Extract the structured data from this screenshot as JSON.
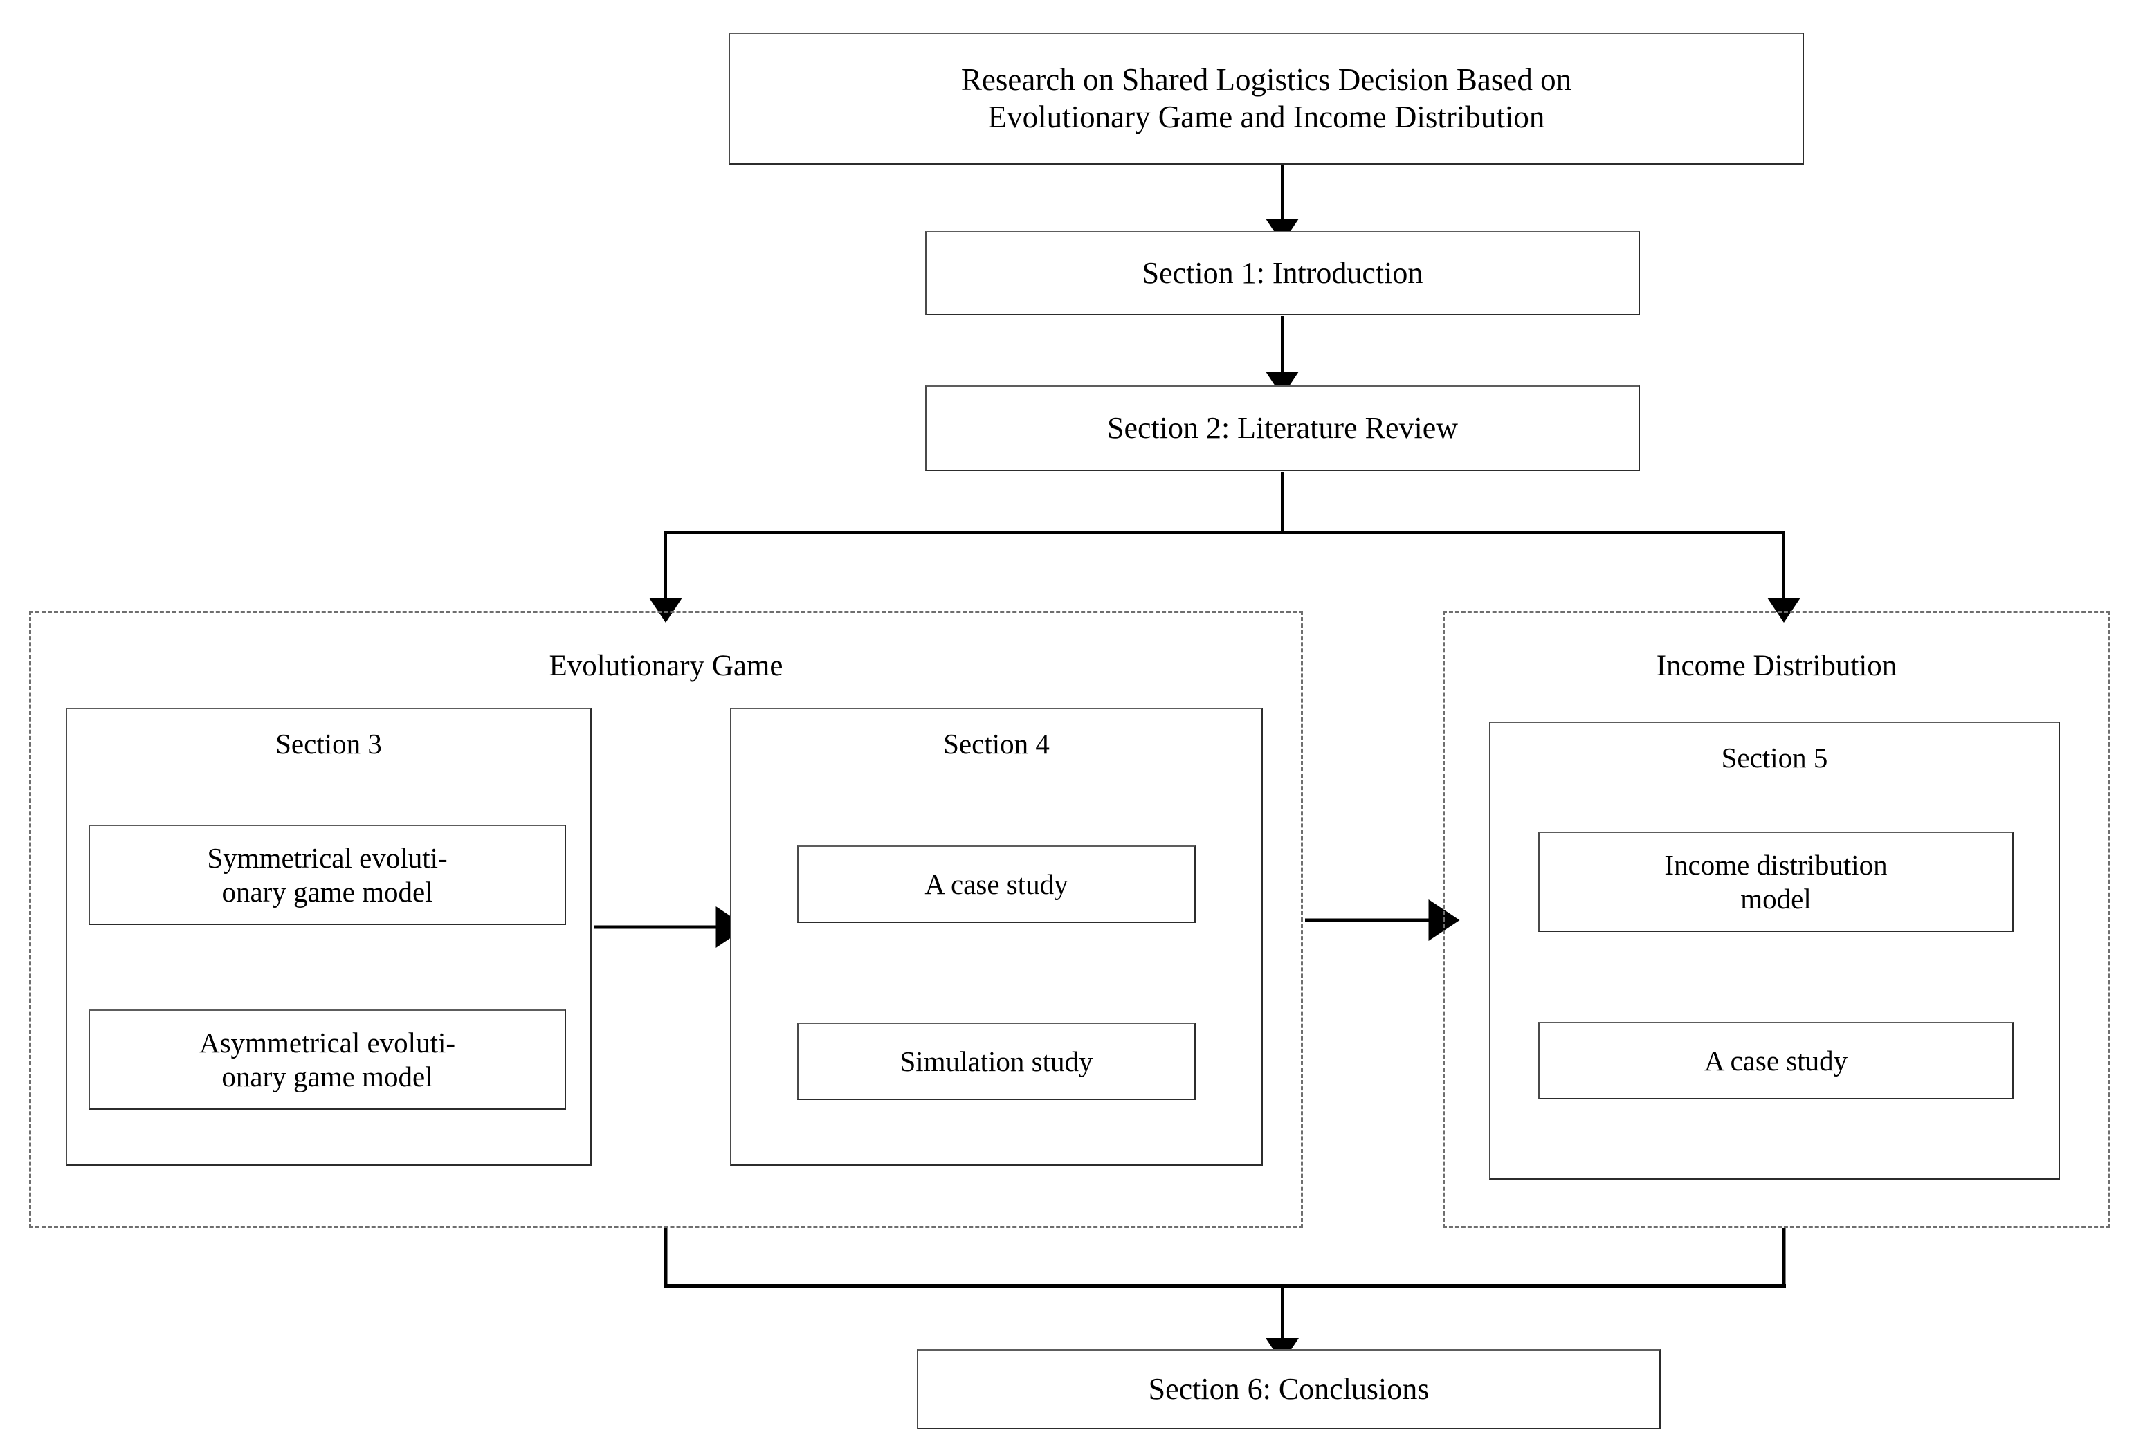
{
  "figure": {
    "type": "flowchart",
    "orientation": "top-to-bottom"
  },
  "title_node": {
    "label": "Research on Shared Logistics Decision Based on\nEvolutionary Game and Income Distribution"
  },
  "flow_nodes": [
    {
      "id": "section1",
      "label": "Section 1: Introduction"
    },
    {
      "id": "section2",
      "label": "Section 2: Literature Review"
    },
    {
      "id": "section6",
      "label": "Section 6: Conclusions"
    }
  ],
  "groups": [
    {
      "id": "evolutionary-game",
      "label": "Evolutionary Game",
      "sections": [
        {
          "id": "section3",
          "heading": "Section 3",
          "items": [
            {
              "label": "Symmetrical evoluti-\nonary game model"
            },
            {
              "label": "Asymmetrical evoluti-\nonary game model"
            }
          ]
        },
        {
          "id": "section4",
          "heading": "Section 4",
          "items": [
            {
              "label": "A case study"
            },
            {
              "label": "Simulation study"
            }
          ]
        }
      ]
    },
    {
      "id": "income-distribution",
      "label": "Income Distribution",
      "sections": [
        {
          "id": "section5",
          "heading": "Section 5",
          "items": [
            {
              "label": "Income distribution\nmodel"
            },
            {
              "label": "A case study"
            }
          ]
        }
      ]
    }
  ],
  "connectors": [
    {
      "from": "title",
      "to": "section1",
      "kind": "arrow-down"
    },
    {
      "from": "section1",
      "to": "section2",
      "kind": "arrow-down"
    },
    {
      "from": "section2",
      "to": "evolutionary-game",
      "kind": "split-arrow-down-left"
    },
    {
      "from": "section2",
      "to": "income-distribution",
      "kind": "split-arrow-down-right"
    },
    {
      "from": "section3",
      "to": "section4",
      "kind": "arrow-right"
    },
    {
      "from": "evolutionary-game",
      "to": "income-distribution",
      "kind": "arrow-right"
    },
    {
      "from": "evolutionary-game",
      "to": "section6",
      "kind": "merge-arrow-down"
    },
    {
      "from": "income-distribution",
      "to": "section6",
      "kind": "merge-arrow-down"
    }
  ],
  "colors": {
    "background": "#ffffff",
    "text": "#000000",
    "solid_border": "#3a3a3a",
    "dashed_border": "#6e6e6e",
    "connector": "#000000"
  }
}
